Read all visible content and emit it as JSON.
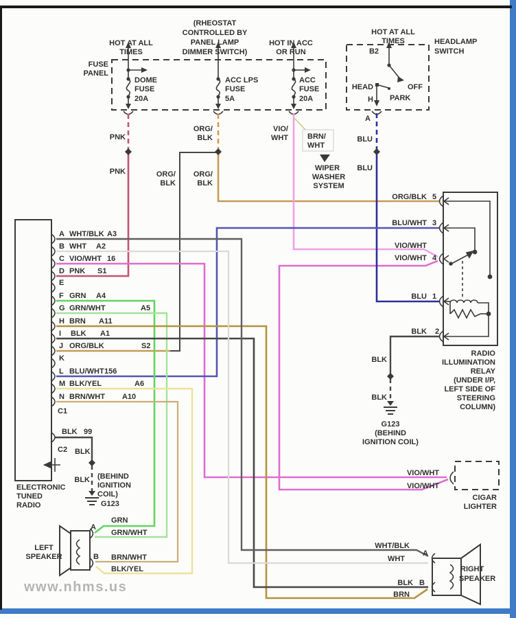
{
  "watermark": "www.nhms.us",
  "colors": {
    "pnk": "#c25570",
    "org": "#d99a4e",
    "org_blk": "#c79a55",
    "vio_wht_light": "#efa0e8",
    "vio_wht": "#df6ccf",
    "blu": "#2e2e9e",
    "blu_wht": "#5454b4",
    "grn": "#63d463",
    "grn_wht": "#a2e39a",
    "brn": "#b5923d",
    "brn_wht": "#c7b178",
    "blk_yel": "#e9e49b",
    "wht": "#d9d9d9",
    "wht_blk": "#5f5f5f",
    "blk": "#474747",
    "border_blue": "#3f7bc8",
    "border_black": "#1a1a1a"
  },
  "fuse_panel": {
    "label": {
      "l1": "FUSE",
      "l2": "PANEL"
    },
    "feed1": {
      "l1": "HOT AT ALL",
      "l2": "TIMES"
    },
    "feed2": {
      "l1": "(RHEOSTAT",
      "l2": "CONTROLLED BY",
      "l3": "PANEL LAMP",
      "l4": "DIMMER SWITCH)"
    },
    "feed3": {
      "l1": "HOT IN ACC",
      "l2": "OR RUN"
    },
    "fuse1": {
      "l1": "DOME",
      "l2": "FUSE",
      "l3": "20A"
    },
    "fuse2": {
      "l1": "ACC LPS",
      "l2": "FUSE",
      "l3": "5A"
    },
    "fuse3": {
      "l1": "ACC",
      "l2": "FUSE",
      "l3": "20A"
    }
  },
  "headlamp": {
    "feed": {
      "l1": "HOT AT ALL",
      "l2": "TIMES"
    },
    "label": {
      "l1": "HEADLAMP",
      "l2": "SWITCH"
    },
    "b2": "B2",
    "head": "HEAD",
    "off": "OFF",
    "park": "PARK",
    "h": "H",
    "a": "A"
  },
  "labels": {
    "pnk1": "PNK",
    "pnk2": "PNK",
    "org1a": "ORG/",
    "org1b": "BLK",
    "org2a": "ORG/",
    "org2b": "BLK",
    "org3a": "ORG/",
    "org3b": "BLK",
    "vio1a": "VIO/",
    "vio1b": "WHT",
    "brnwht_a": "BRN/",
    "brnwht_b": "WHT",
    "blu1": "BLU",
    "blu2": "BLU"
  },
  "wiper": {
    "l1": "WIPER",
    "l2": "WASHER",
    "l3": "SYSTEM"
  },
  "radio": {
    "name": {
      "l1": "ELECTRONIC",
      "l2": "TUNED",
      "l3": "RADIO"
    },
    "c1": "C1",
    "c2": "C2",
    "pins": [
      {
        "letter": "A",
        "wire": "WHT/BLK",
        "term": "A3"
      },
      {
        "letter": "B",
        "wire": "WHT",
        "term": "A2"
      },
      {
        "letter": "C",
        "wire": "VIO/WHT",
        "term": "16"
      },
      {
        "letter": "D",
        "wire": "PNK",
        "term": "S1"
      },
      {
        "letter": "E",
        "wire": "",
        "term": ""
      },
      {
        "letter": "F",
        "wire": "GRN",
        "term": "A4"
      },
      {
        "letter": "G",
        "wire": "GRN/WHT",
        "term": "A5"
      },
      {
        "letter": "H",
        "wire": "BRN",
        "term": "A11"
      },
      {
        "letter": "I",
        "wire": "BLK",
        "term": "A1"
      },
      {
        "letter": "J",
        "wire": "ORG/BLK",
        "term": "S2"
      },
      {
        "letter": "K",
        "wire": "",
        "term": ""
      },
      {
        "letter": "L",
        "wire": "BLU/WHT",
        "term": "156"
      },
      {
        "letter": "M",
        "wire": "BLK/YEL",
        "term": "A6"
      },
      {
        "letter": "N",
        "wire": "BRN/WHT",
        "term": "A10"
      }
    ],
    "ground": {
      "wire": "BLK",
      "term": "99",
      "w2": "BLK",
      "w3": "BLK",
      "loc1": "(BEHIND",
      "loc2": "IGNITION",
      "loc3": "COIL)",
      "id": "G123"
    }
  },
  "relay": {
    "pin5": "ORG/BLK",
    "n5": "5",
    "pin3": "BLU/WHT",
    "n3": "3",
    "pin4a": "VIO/WHT",
    "pin4b": "VIO/WHT",
    "n4": "4",
    "pin1": "BLU",
    "n1": "1",
    "pin2": "BLK",
    "n2": "2",
    "label": {
      "l1": "RADIO",
      "l2": "ILLUMINATION",
      "l3": "RELAY",
      "l4": "(UNDER I/P,",
      "l5": "LEFT SIDE OF",
      "l6": "STEERING",
      "l7": "COLUMN)"
    },
    "ground": {
      "w1": "BLK",
      "w2": "BLK",
      "id": "G123",
      "loc1": "(BEHIND",
      "loc2": "IGNITION COIL)"
    }
  },
  "cigar": {
    "wire1": "VIO/WHT",
    "wire2": "VIO/WHT",
    "label": {
      "l1": "CIGAR",
      "l2": "LIGHTER"
    }
  },
  "left_speaker": {
    "label": {
      "l1": "LEFT",
      "l2": "SPEAKER"
    },
    "a": "A",
    "b": "B",
    "w1": "GRN",
    "w2": "GRN/WHT",
    "w3": "BRN/WHT",
    "w4": "BLK/YEL"
  },
  "right_speaker": {
    "label": {
      "l1": "RIGHT",
      "l2": "SPEAKER"
    },
    "a": "A",
    "b": "B",
    "w1": "WHT/BLK",
    "w2": "WHT",
    "w3": "BLK",
    "w4": "BRN"
  }
}
